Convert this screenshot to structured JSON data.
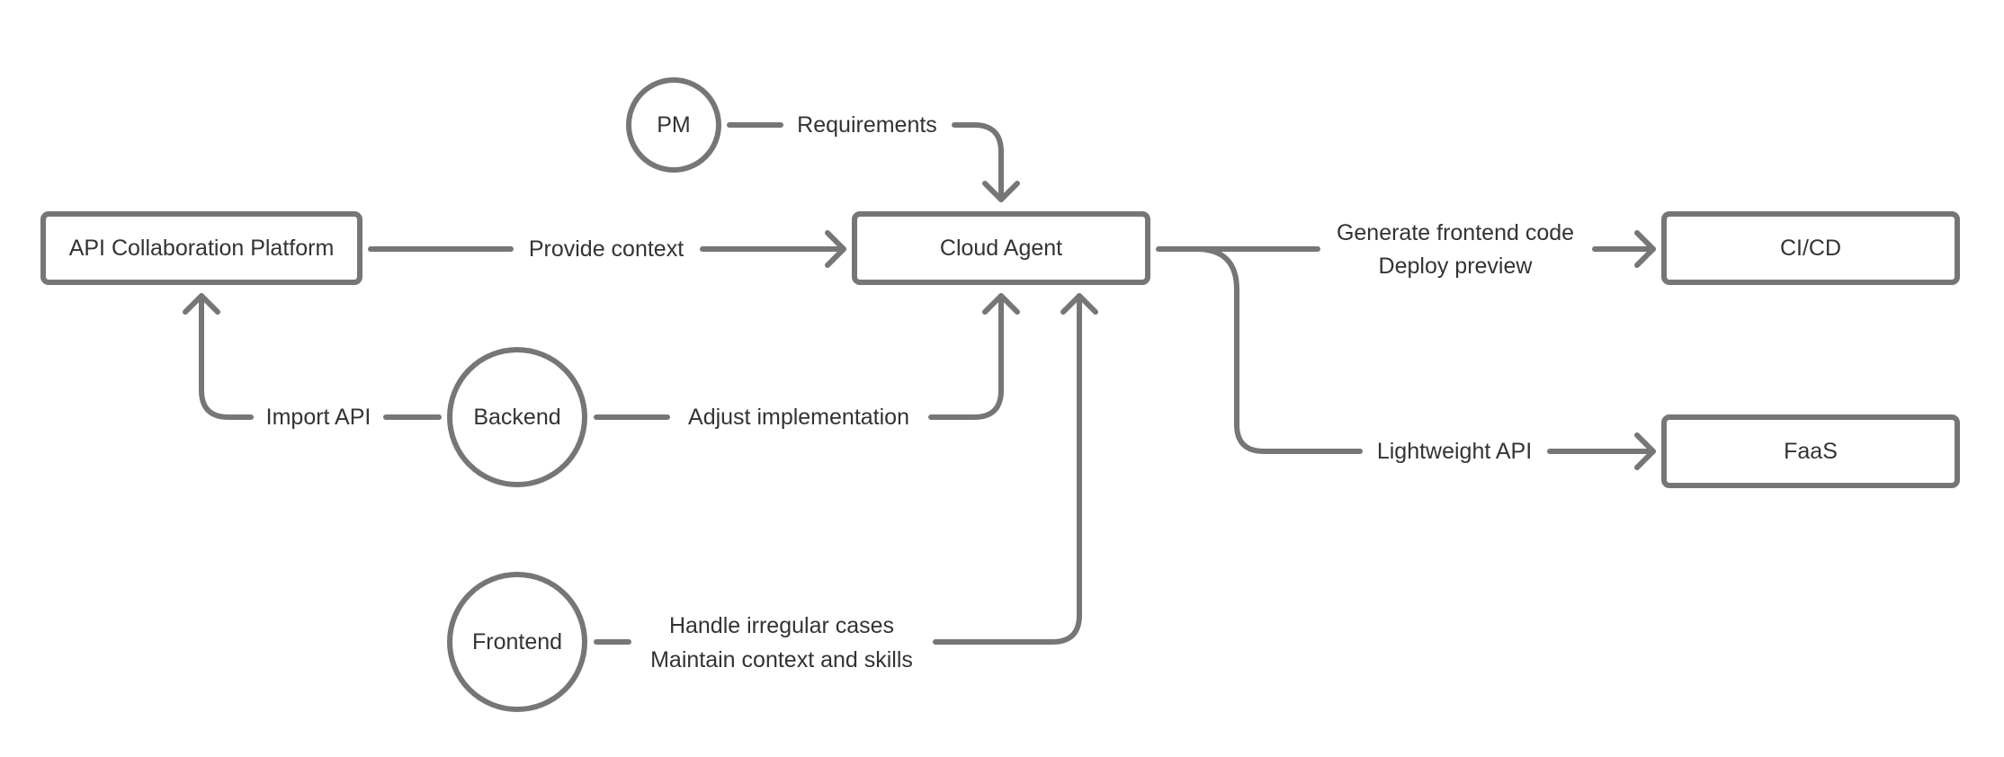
{
  "colors": {
    "stroke": "#767676",
    "text": "#333333",
    "background": "#ffffff"
  },
  "nodes": {
    "pm": "PM",
    "api_platform": "API Collaboration Platform",
    "cloud_agent": "Cloud Agent",
    "backend": "Backend",
    "frontend": "Frontend",
    "cicd": "CI/CD",
    "faas": "FaaS"
  },
  "edges": {
    "requirements": "Requirements",
    "provide_context": "Provide context",
    "import_api": "Import API",
    "adjust_implementation": "Adjust implementation",
    "handle_irregular": "Handle irregular cases",
    "maintain_context": "Maintain context and skills",
    "generate_frontend": "Generate frontend code",
    "deploy_preview": "Deploy preview",
    "lightweight_api": "Lightweight API"
  }
}
